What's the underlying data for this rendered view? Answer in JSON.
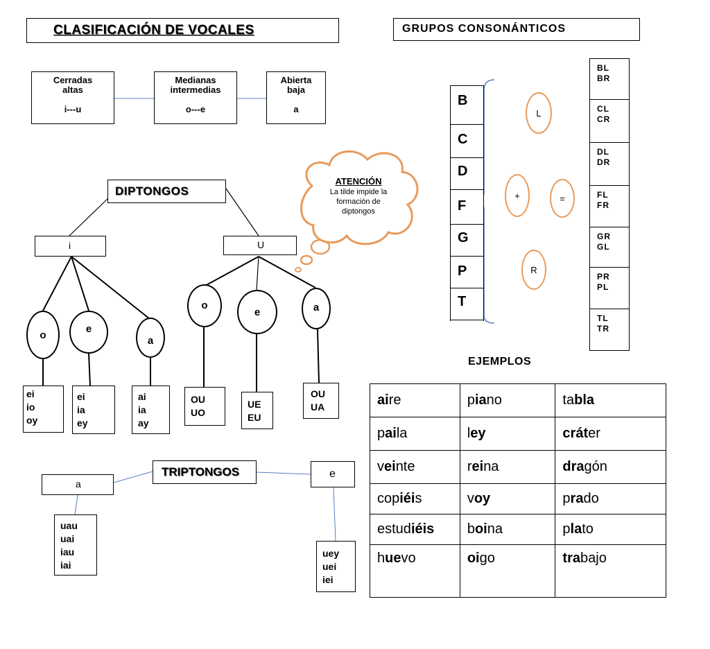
{
  "vocales": {
    "title": "CLASIFICACIÓN  DE VOCALES",
    "cerradas": "Cerradas\naltas\n\ni---u",
    "medianas": "Medianas\nintermedias\n\no---e",
    "abierta": "Abierta\nbaja\n\na"
  },
  "grupos": {
    "title": "GRUPOS  CONSONÁNTICOS",
    "letters": [
      "B",
      "C",
      "D",
      "F",
      "G",
      "P",
      "T"
    ],
    "plus": "+",
    "equals": "=",
    "l": "L",
    "r": "R",
    "combos": [
      "BL\nBR",
      "CL\nCR",
      "DL\nDR",
      "FL\nFR",
      "GR\nGL",
      "PR\nPL",
      "TL\nTR"
    ]
  },
  "atencion": {
    "title": "ATENCIÓN",
    "text": "La tilde impide la\nformación de\ndiptongos"
  },
  "diptongos": {
    "title": "DIPTONGOS",
    "i": "i",
    "u": "U",
    "i_children": [
      "o",
      "e",
      "a"
    ],
    "u_children": [
      "o",
      "e",
      "a"
    ],
    "i_results": [
      "ei\nio\noy",
      "ei\nia\ney",
      "ai\nia\nay"
    ],
    "u_results": [
      "OU\nUO",
      "UE\nEU",
      "OU\nUA"
    ]
  },
  "triptongos": {
    "title": "TRIPTONGOS",
    "a": "a",
    "e": "e",
    "a_list": "uau\nuai\niau\niai",
    "e_list": "uey\nuei\niei"
  },
  "ejemplos": {
    "title": "EJEMPLOS",
    "rows": [
      [
        [
          "",
          "ai",
          "re"
        ],
        [
          "p",
          "ia",
          "no"
        ],
        [
          "ta",
          "bla",
          ""
        ]
      ],
      [
        [
          "p",
          "ai",
          "la"
        ],
        [
          "l",
          "ey",
          ""
        ],
        [
          "",
          "crát",
          "er"
        ]
      ],
      [
        [
          "v",
          "ei",
          "nte"
        ],
        [
          "r",
          "ei",
          "na"
        ],
        [
          "",
          "dra",
          "gón"
        ]
      ],
      [
        [
          "cop",
          "iéi",
          "s"
        ],
        [
          "v",
          "oy",
          ""
        ],
        [
          "p",
          "ra",
          "do"
        ]
      ],
      [
        [
          "estud",
          "iéis",
          ""
        ],
        [
          "b",
          "oi",
          "na"
        ],
        [
          "p",
          "la",
          "to"
        ]
      ],
      [
        [
          "h",
          "ue",
          "vo"
        ],
        [
          "",
          "oi",
          "go"
        ],
        [
          "",
          "tra",
          "bajo"
        ]
      ]
    ]
  },
  "colors": {
    "accent_orange": "#e89a5b",
    "accent_blue": "#5b7fbf"
  }
}
